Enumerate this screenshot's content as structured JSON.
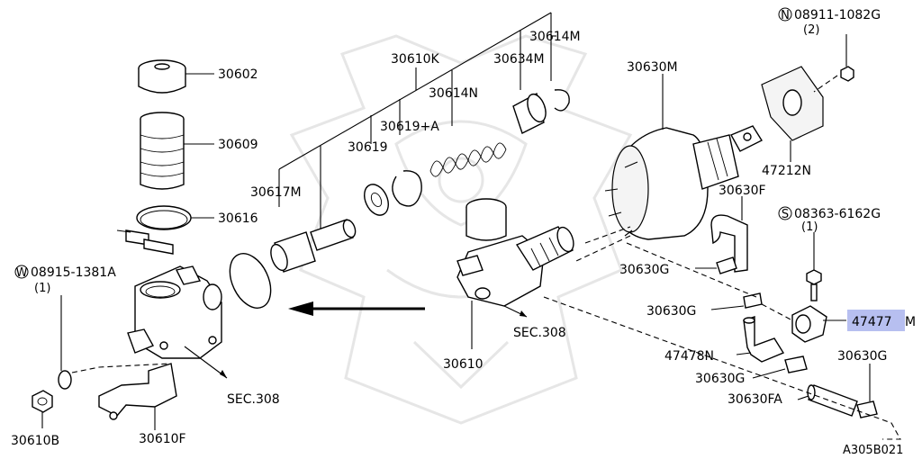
{
  "labels": {
    "p30602": "30602",
    "p30609": "30609",
    "p30616": "30616",
    "p30617M": "30617M",
    "p30619": "30619",
    "p30619A": "30619+A",
    "p30610K": "30610K",
    "p30614N": "30614N",
    "p30634M": "30634M",
    "p30614M": "30614M",
    "p30630M": "30630M",
    "p08911": "08911-1082G",
    "p08911q": "(2)",
    "p08911sym": "N",
    "p47212N": "47212N",
    "p30630F": "30630F",
    "p08363": "08363-6162G",
    "p08363q": "(1)",
    "p08363sym": "S",
    "p30630G_a": "30630G",
    "p30630G_b": "30630G",
    "p47477M": "47477",
    "p47477Msuffix": "M",
    "p47478N": "47478N",
    "p30630G_c": "30630G",
    "p30630G_d": "30630G",
    "p30630FA": "30630FA",
    "p08915": "08915-1381A",
    "p08915q": "(1)",
    "p08915sym": "W",
    "p30610": "30610",
    "sec308a": "SEC.308",
    "sec308b": "SEC.308",
    "p30610B": "30610B",
    "p30610F": "30610F",
    "drawing_code": "A305B021"
  },
  "colors": {
    "highlight": "#b7bff0",
    "line": "#000000",
    "watermark": "#e6e6e6"
  }
}
